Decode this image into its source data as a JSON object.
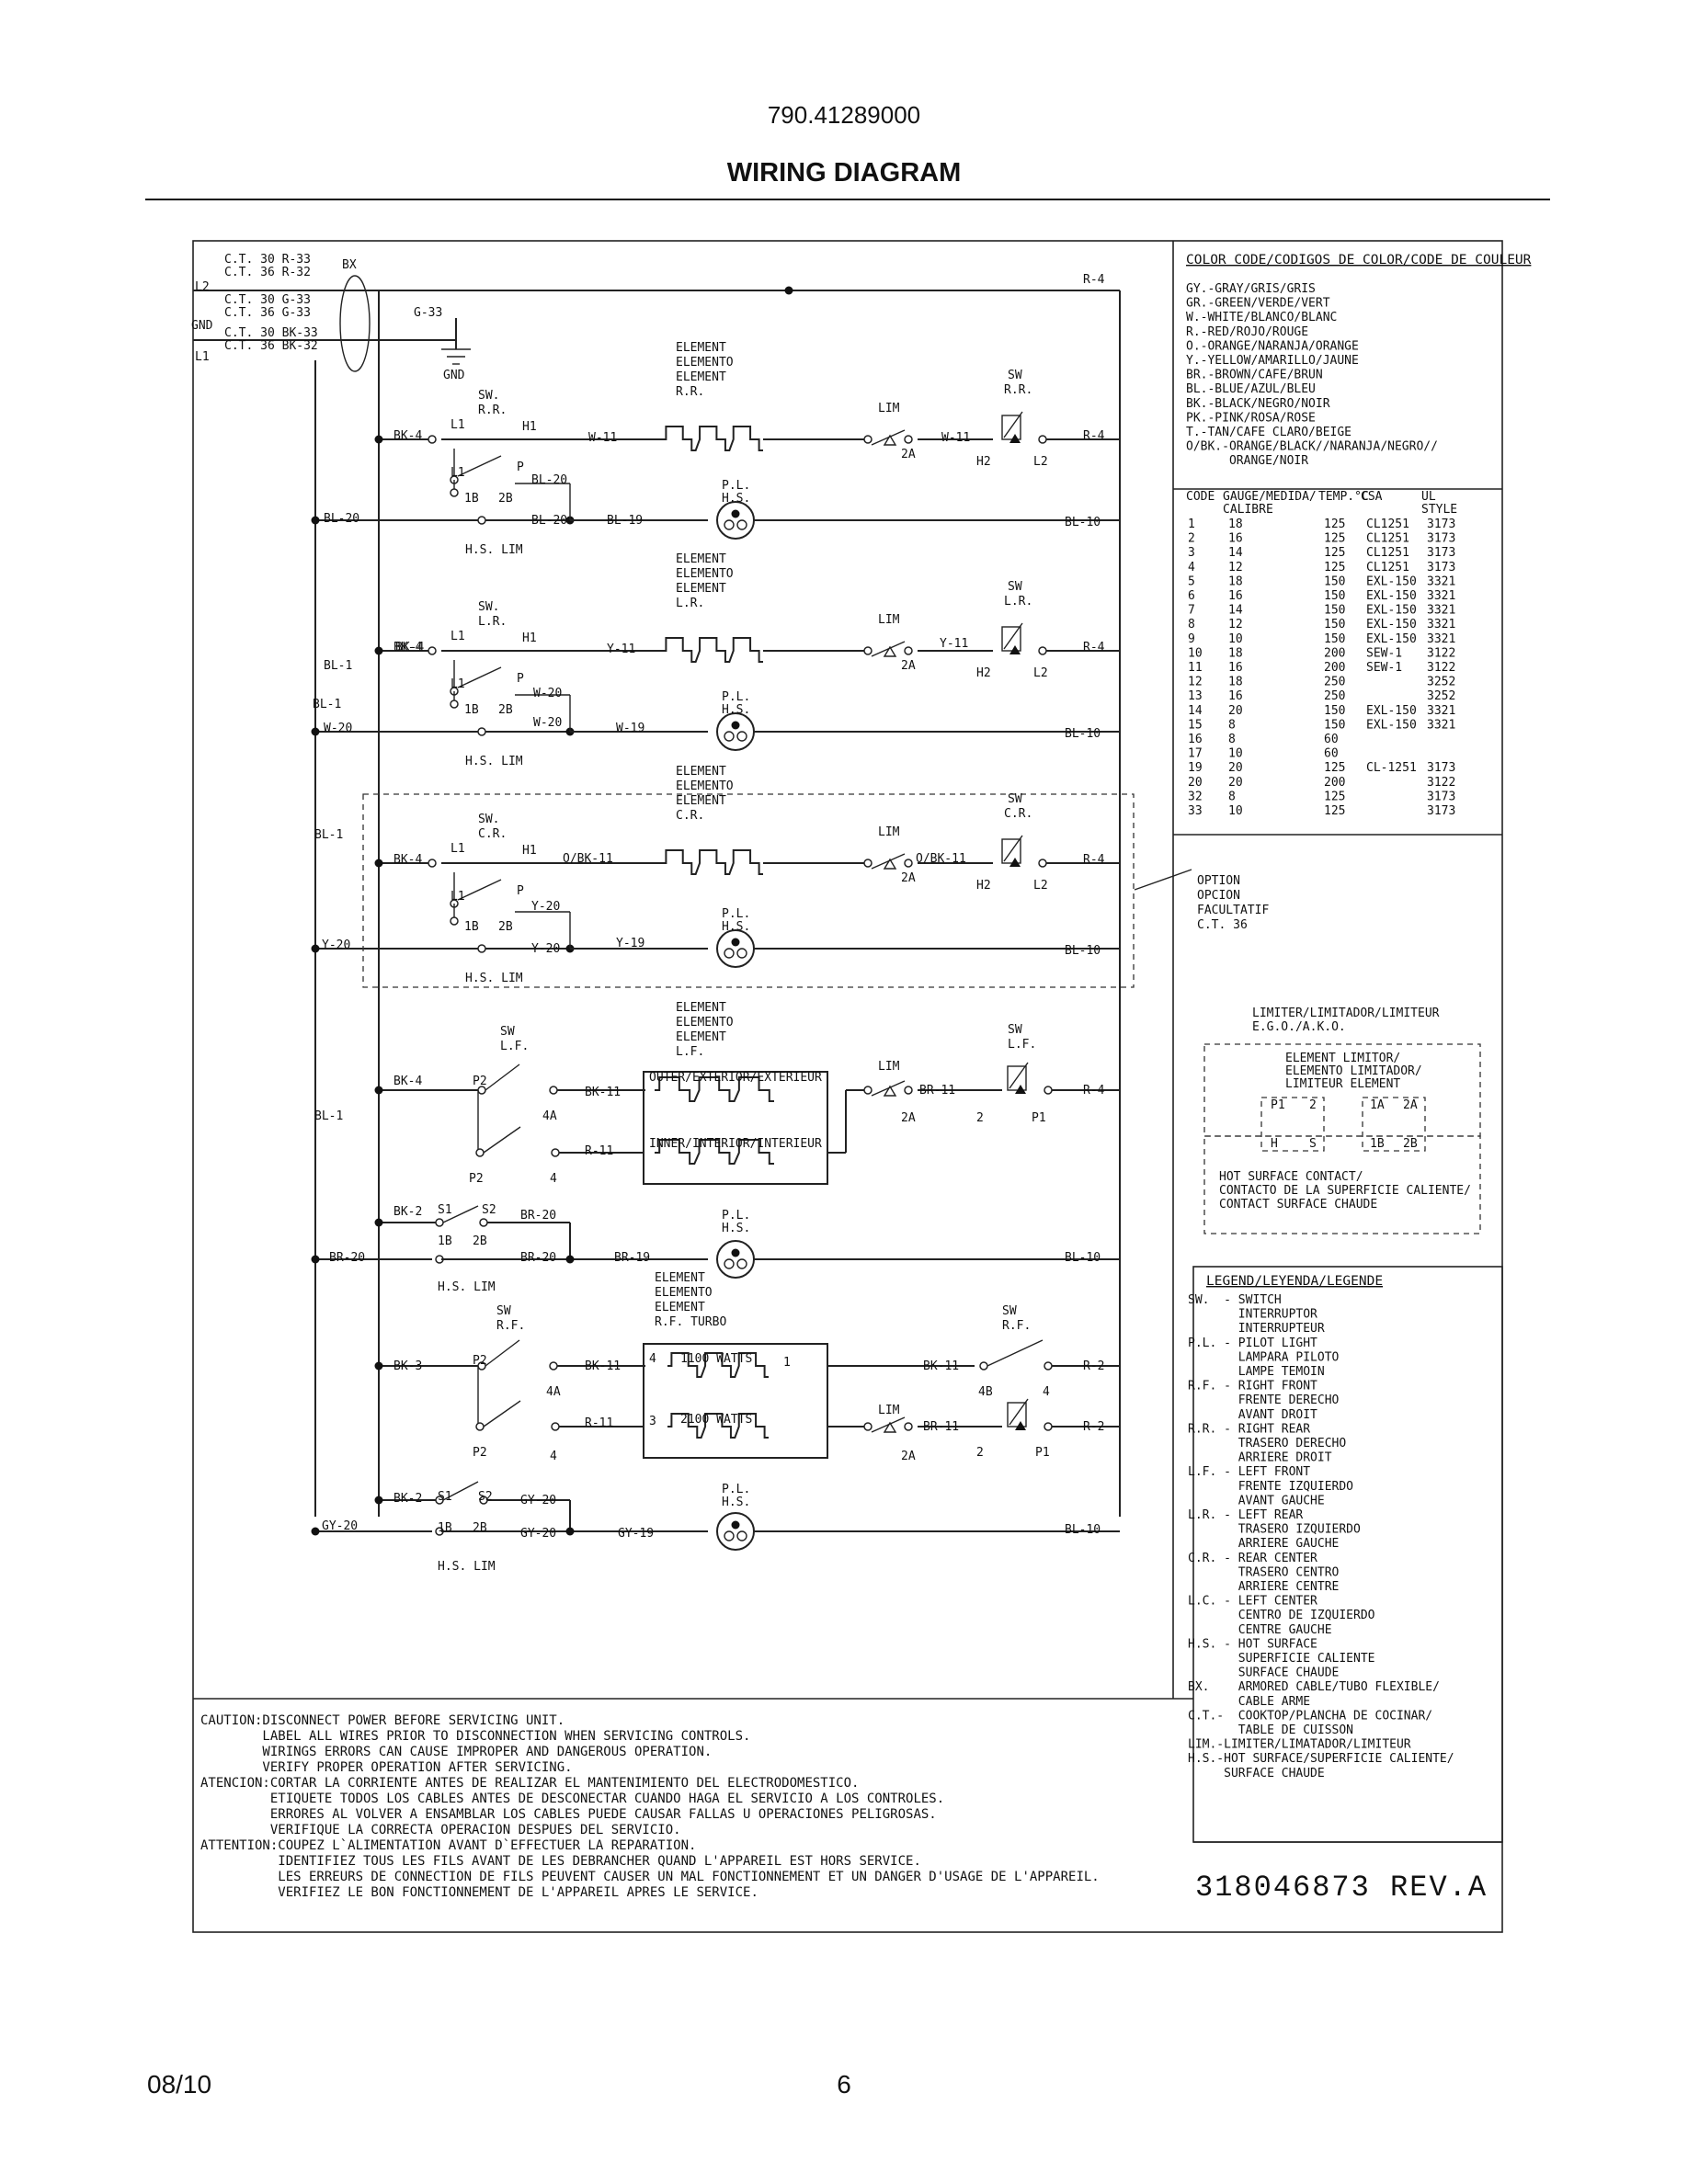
{
  "header": {
    "model_number": "790.41289000",
    "title": "WIRING DIAGRAM"
  },
  "footer": {
    "date": "08/10",
    "page_number": "6"
  },
  "supply": {
    "ct_r": [
      "C.T. 30 R-33",
      "C.T. 36 R-32"
    ],
    "ct_g": [
      "C.T. 30 G-33",
      "C.T. 36 G-33"
    ],
    "ct_bk": [
      "C.T. 30 BK-33",
      "C.T. 36 BK-32"
    ],
    "bx": "BX",
    "l2": "L2",
    "gnd": "GND",
    "l1": "L1",
    "g33": "G-33",
    "gnd_symbol": "GND",
    "r4": "R-4"
  },
  "circuits": {
    "rr": {
      "element": [
        "ELEMENT",
        "ELEMENTO",
        "ELEMENT",
        "R.R."
      ],
      "sw_left": [
        "SW.",
        "R.R."
      ],
      "sw_right": [
        "SW",
        "R.R."
      ],
      "wire_bk": "BK-4",
      "l1": "L1",
      "h1": "H1",
      "p": "P",
      "l1b": "L1",
      "bl20_short": "BL-20",
      "tb": "1B",
      "t2b": "2B",
      "w_in": "W-11",
      "lim": "LIM",
      "w_out": "W-11",
      "r_out": "R-4",
      "t2a": "2A",
      "h2": "H2",
      "l2": "L2",
      "left_wire": "BL-20",
      "bl20_mid": "BL-20",
      "bl19": "BL-19",
      "pl": [
        "P.L.",
        "H.S."
      ],
      "bl10": "BL-10",
      "hslim": "H.S. LIM"
    },
    "lr": {
      "element": [
        "ELEMENT",
        "ELEMENTO",
        "ELEMENT",
        "L.R."
      ],
      "sw_left": [
        "SW.",
        "L.R."
      ],
      "sw_right": [
        "SW",
        "L.R."
      ],
      "wire_bk": "BK-4",
      "bl1": "BL-1",
      "l1": "L1",
      "h1": "H1",
      "p": "P",
      "l1b": "L1",
      "w20_short": "W-20",
      "tb": "1B",
      "t2b": "2B",
      "y_in": "Y-11",
      "lim": "LIM",
      "y_out": "Y-11",
      "r_out": "R-4",
      "t2a": "2A",
      "h2": "H2",
      "l2": "L2",
      "left_bl1": "BL-1",
      "left_w20": "W-20",
      "w20_mid": "W-20",
      "w19": "W-19",
      "pl": [
        "P.L.",
        "H.S."
      ],
      "bl10": "BL-10",
      "hslim": "H.S. LIM"
    },
    "cr": {
      "element": [
        "ELEMENT",
        "ELEMENTO",
        "ELEMENT",
        "C.R."
      ],
      "sw_left": [
        "SW.",
        "C.R."
      ],
      "sw_right": [
        "SW",
        "C.R."
      ],
      "left_bl1": "BL-1",
      "wire_bk": "BK-4",
      "l1": "L1",
      "h1": "H1",
      "p": "P",
      "l1b": "L1",
      "y20_short": "Y-20",
      "tb": "1B",
      "t2b": "2B",
      "o_in": "O/BK-11",
      "lim": "LIM",
      "o_out": "O/BK-11",
      "r_out": "R-4",
      "t2a": "2A",
      "h2": "H2",
      "l2": "L2",
      "left_y20": "Y-20",
      "y20_mid": "Y-20",
      "y19": "Y-19",
      "pl": [
        "P.L.",
        "H.S."
      ],
      "bl10": "BL-10",
      "hslim": "H.S. LIM",
      "option": [
        "OPTION",
        "OPCION",
        "FACULTATIF",
        "C.T. 36"
      ]
    },
    "lf": {
      "element": [
        "ELEMENT",
        "ELEMENTO",
        "ELEMENT",
        "L.F."
      ],
      "sw_left": [
        "SW",
        "L.F."
      ],
      "sw_right": [
        "SW",
        "L.F."
      ],
      "left_bl1": "BL-1",
      "wire_bk": "BK-4",
      "p2": "P2",
      "t4a": "4A",
      "p2b": "P2",
      "t4": "4",
      "bk11": "BK-11",
      "r11": "R-11",
      "outer": "OUTER/EXTERIOR/EXTERIEUR",
      "inner": "INNER/INTERIOR/INTERIEUR",
      "lim": "LIM",
      "br11": "BR-11",
      "r_out": "R-4",
      "t2a": "2A",
      "t2": "2",
      "p1": "P1",
      "bk2": "BK-2",
      "s1": "S1",
      "s2": "S2",
      "br20_short": "BR-20",
      "tb": "1B",
      "t2b": "2B",
      "left_br20": "BR-20",
      "br20_mid": "BR-20",
      "br19": "BR-19",
      "pl": [
        "P.L.",
        "H.S."
      ],
      "bl10": "BL-10",
      "hslim": "H.S. LIM"
    },
    "rf": {
      "element": [
        "ELEMENT",
        "ELEMENTO",
        "ELEMENT",
        "R.F. TURBO"
      ],
      "sw_left": [
        "SW",
        "R.F."
      ],
      "sw_right": [
        "SW",
        "R.F."
      ],
      "wire_bk": "BK-3",
      "p2": "P2",
      "t4a": "4A",
      "p2b": "P2",
      "t4": "4",
      "bk11": "BK-11",
      "r11": "R-11",
      "w1100": "1100 WATTS",
      "w2100": "2100 WATTS",
      "n4": "4",
      "n1": "1",
      "n3": "3",
      "bk11_out": "BK-11",
      "t4b": "4B",
      "t4r": "4",
      "r2a": "R-2",
      "lim": "LIM",
      "br11": "BR-11",
      "r2b": "R-2",
      "t2a": "2A",
      "t2": "2",
      "p1": "P1",
      "bk2": "BK-2",
      "s1": "S1",
      "s2": "S2",
      "gy20_short": "GY-20",
      "tb": "1B",
      "t2b": "2B",
      "left_gy20": "GY-20",
      "gy20_mid": "GY-20",
      "gy19": "GY-19",
      "pl": [
        "P.L.",
        "H.S."
      ],
      "bl10": "BL-10",
      "hslim": "H.S. LIM"
    }
  },
  "color_code": {
    "title": "COLOR CODE/CODIGOS DE COLOR/CODE DE COULEUR",
    "lines": [
      "GY.-GRAY/GRIS/GRIS",
      "GR.-GREEN/VERDE/VERT",
      "W.-WHITE/BLANCO/BLANC",
      "R.-RED/ROJO/ROUGE",
      "O.-ORANGE/NARANJA/ORANGE",
      "Y.-YELLOW/AMARILLO/JAUNE",
      "BR.-BROWN/CAFE/BRUN",
      "BL.-BLUE/AZUL/BLEU",
      "BK.-BLACK/NEGRO/NOIR",
      "PK.-PINK/ROSA/ROSE",
      "T.-TAN/CAFE CLARO/BEIGE",
      "O/BK.-ORANGE/BLACK//NARANJA/NEGRO//",
      "      ORANGE/NOIR"
    ]
  },
  "gauge_table": {
    "header": [
      "CODE",
      "GAUGE/MEDIDA/",
      "TEMP.°C",
      "CSA",
      "UL"
    ],
    "header2": [
      "",
      "CALIBRE",
      "",
      "",
      "STYLE"
    ],
    "rows": [
      [
        "1",
        "18",
        "125",
        "CL1251",
        "3173"
      ],
      [
        "2",
        "16",
        "125",
        "CL1251",
        "3173"
      ],
      [
        "3",
        "14",
        "125",
        "CL1251",
        "3173"
      ],
      [
        "4",
        "12",
        "125",
        "CL1251",
        "3173"
      ],
      [
        "5",
        "18",
        "150",
        "EXL-150",
        "3321"
      ],
      [
        "6",
        "16",
        "150",
        "EXL-150",
        "3321"
      ],
      [
        "7",
        "14",
        "150",
        "EXL-150",
        "3321"
      ],
      [
        "8",
        "12",
        "150",
        "EXL-150",
        "3321"
      ],
      [
        "9",
        "10",
        "150",
        "EXL-150",
        "3321"
      ],
      [
        "10",
        "18",
        "200",
        "SEW-1",
        "3122"
      ],
      [
        "11",
        "16",
        "200",
        "SEW-1",
        "3122"
      ],
      [
        "12",
        "18",
        "250",
        "",
        "3252"
      ],
      [
        "13",
        "16",
        "250",
        "",
        "3252"
      ],
      [
        "14",
        "20",
        "150",
        "EXL-150",
        "3321"
      ],
      [
        "15",
        "8",
        "150",
        "EXL-150",
        "3321"
      ],
      [
        "16",
        "8",
        "60",
        "",
        ""
      ],
      [
        "17",
        "10",
        "60",
        "",
        ""
      ],
      [
        "19",
        "20",
        "125",
        "CL-1251",
        "3173"
      ],
      [
        "20",
        "20",
        "200",
        "",
        "3122"
      ],
      [
        "32",
        "8",
        "125",
        "",
        "3173"
      ],
      [
        "33",
        "10",
        "125",
        "",
        "3173"
      ]
    ]
  },
  "limiter": {
    "title": [
      "LIMITER/LIMITADOR/LIMITEUR",
      "E.G.O./A.K.O."
    ],
    "element_limitor": [
      "ELEMENT LIMITOR/",
      "ELEMENTO LIMITADOR/",
      "LIMITEUR ELEMENT"
    ],
    "left_terms": [
      "P1",
      "2",
      "H",
      "S"
    ],
    "right_terms": [
      "1A",
      "2A",
      "1B",
      "2B"
    ],
    "hot_surface": [
      "HOT SURFACE CONTACT/",
      "CONTACTO DE LA SUPERFICIE CALIENTE/",
      "CONTACT SURFACE CHAUDE"
    ]
  },
  "legend": {
    "title": "LEGEND/LEYENDA/LEGENDE",
    "lines": [
      "SW.  - SWITCH",
      "       INTERRUPTOR",
      "       INTERRUPTEUR",
      "P.L. - PILOT LIGHT",
      "       LAMPARA PILOTO",
      "       LAMPE TEMOIN",
      "R.F. - RIGHT FRONT",
      "       FRENTE DERECHO",
      "       AVANT DROIT",
      "R.R. - RIGHT REAR",
      "       TRASERO DERECHO",
      "       ARRIERE DROIT",
      "L.F. - LEFT FRONT",
      "       FRENTE IZQUIERDO",
      "       AVANT GAUCHE",
      "L.R. - LEFT REAR",
      "       TRASERO IZQUIERDO",
      "       ARRIERE GAUCHE",
      "C.R. - REAR CENTER",
      "       TRASERO CENTRO",
      "       ARRIERE CENTRE",
      "L.C. - LEFT CENTER",
      "       CENTRO DE IZQUIERDO",
      "       CENTRE GAUCHE",
      "H.S. - HOT SURFACE",
      "       SUPERFICIE CALIENTE",
      "       SURFACE CHAUDE",
      "BX.    ARMORED CABLE/TUBO FLEXIBLE/",
      "       CABLE ARME",
      "C.T.-  COOKTOP/PLANCHA DE COCINAR/",
      "       TABLE DE CUISSON",
      "LIM.-LIMITER/LIMATADOR/LIMITEUR",
      "H.S.-HOT SURFACE/SUPERFICIE CALIENTE/",
      "     SURFACE CHAUDE"
    ]
  },
  "caution": {
    "lines": [
      "CAUTION:DISCONNECT POWER BEFORE SERVICING UNIT.",
      "        LABEL ALL WIRES PRIOR TO DISCONNECTION WHEN SERVICING CONTROLS.",
      "        WIRINGS ERRORS CAN CAUSE IMPROPER AND DANGEROUS OPERATION.",
      "        VERIFY PROPER OPERATION AFTER SERVICING.",
      "ATENCION:CORTAR LA CORRIENTE ANTES DE REALIZAR EL MANTENIMIENTO DEL ELECTRODOMESTICO.",
      "         ETIQUETE TODOS LOS CABLES ANTES DE DESCONECTAR CUANDO HAGA EL SERVICIO A LOS CONTROLES.",
      "         ERRORES AL VOLVER A ENSAMBLAR LOS CABLES PUEDE CAUSAR FALLAS U OPERACIONES PELIGROSAS.",
      "         VERIFIQUE LA CORRECTA OPERACION DESPUES DEL SERVICIO.",
      "ATTENTION:COUPEZ L`ALIMENTATION AVANT D`EFFECTUER LA REPARATION.",
      "          IDENTIFIEZ TOUS LES FILS AVANT DE LES DEBRANCHER QUAND L'APPAREIL EST HORS SERVICE.",
      "          LES ERREURS DE CONNECTION DE FILS PEUVENT CAUSER UN MAL FONCTIONNEMENT ET UN DANGER D'USAGE DE L'APPAREIL.",
      "          VERIFIEZ LE BON FONCTIONNEMENT DE L'APPAREIL APRES LE SERVICE."
    ]
  },
  "part_number": "318046873 REV.A"
}
